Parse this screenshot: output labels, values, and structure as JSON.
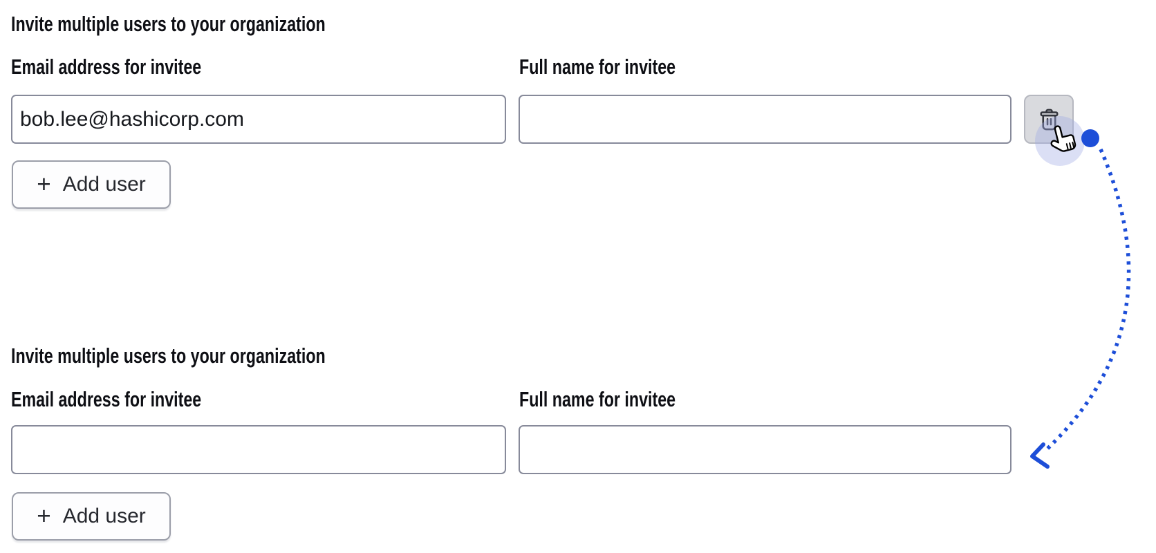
{
  "sections": [
    {
      "state": "before",
      "heading": "Invite multiple users to your organization",
      "fields": [
        {
          "label": "Email address for invitee",
          "value": "bob.lee@hashicorp.com"
        },
        {
          "label": "Full name for invitee",
          "value": ""
        }
      ],
      "add_user": {
        "plus": "+",
        "label": "Add user"
      },
      "row_action": {
        "icon": "trash-icon"
      }
    },
    {
      "state": "after",
      "heading": "Invite multiple users to your organization",
      "fields": [
        {
          "label": "Email address for invitee",
          "value": ""
        },
        {
          "label": "Full name for invitee",
          "value": ""
        }
      ],
      "add_user": {
        "plus": "+",
        "label": "Add user"
      }
    }
  ],
  "annotation": {
    "type": "flow-arrow-with-cursor",
    "arrow_color": "#1d4ed8",
    "halo_color": "rgba(160,170,228,0.38)",
    "trash_icon_color": "#33353c",
    "cursor": "pointer-hand"
  }
}
